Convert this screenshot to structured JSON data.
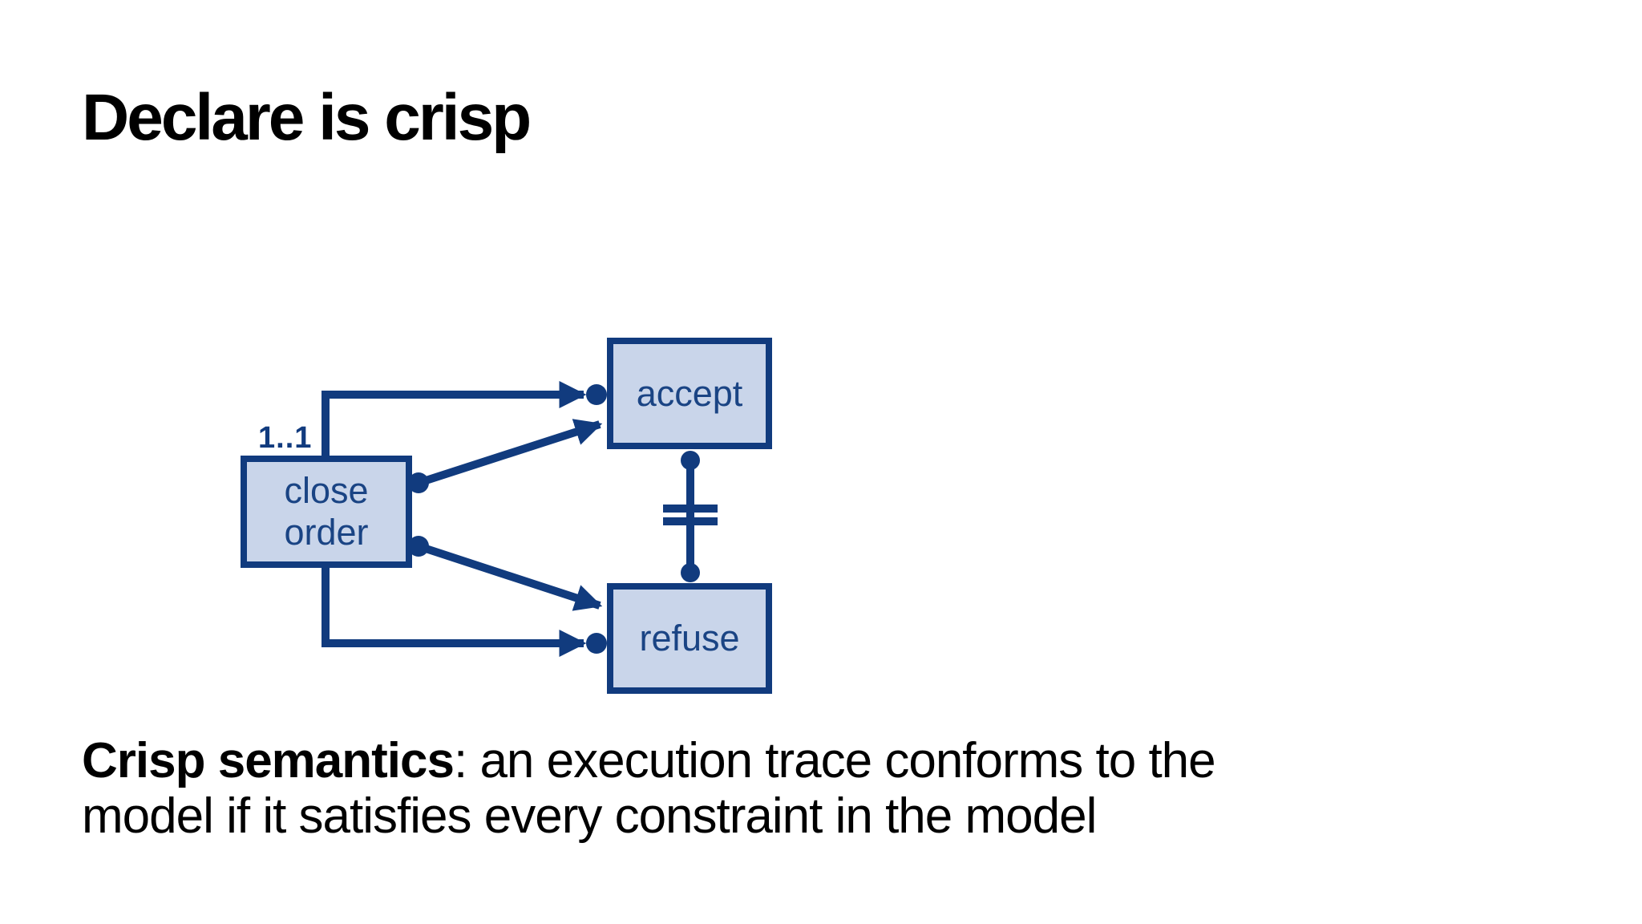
{
  "slide": {
    "title": "Declare is crisp",
    "body": {
      "lead_bold": "Crisp semantics",
      "line1_rest": ": an execution trace conforms to the",
      "line2": "model if it satisfies every constraint in the model"
    }
  },
  "diagram": {
    "cardinality_label": "1..1",
    "cardinality_applies_to": "close order",
    "activities": [
      {
        "id": "close-order",
        "label": "close\norder"
      },
      {
        "id": "accept",
        "label": "accept"
      },
      {
        "id": "refuse",
        "label": "refuse"
      }
    ],
    "constraints": [
      {
        "type": "precedence",
        "from": "close order",
        "to": "accept",
        "notation": "arrow with ball at target"
      },
      {
        "type": "response",
        "from": "close order",
        "to": "accept",
        "notation": "ball at source, arrow at target"
      },
      {
        "type": "response",
        "from": "close order",
        "to": "refuse",
        "notation": "ball at source, arrow at target"
      },
      {
        "type": "precedence",
        "from": "close order",
        "to": "refuse",
        "notation": "arrow with ball at target"
      },
      {
        "type": "not-coexistence",
        "between": [
          "accept",
          "refuse"
        ],
        "notation": "line with balls at both ends and double negation bars"
      }
    ],
    "colors": {
      "line": "#113B7E",
      "box_border": "#113B7E",
      "box_fill": "#C9D5EA",
      "box_label": "#1A4484"
    }
  },
  "colors": {
    "background": "#FFFFFF",
    "title_text": "#000000",
    "body_text": "#000000"
  }
}
